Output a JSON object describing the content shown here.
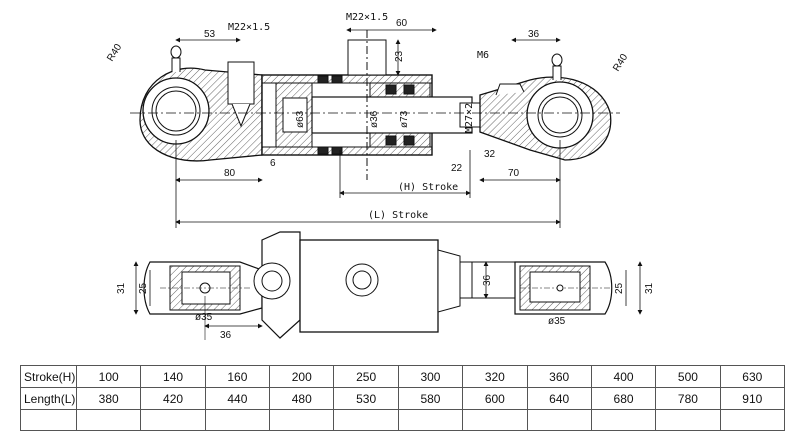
{
  "drawing": {
    "top_view": {
      "dims": {
        "d53": "53",
        "thread_port_left": "M22×1.5",
        "thread_port_top": "M22×1.5",
        "d60": "60",
        "d36_top": "36",
        "d23": "23",
        "m6": "M6",
        "r40_left": "R40",
        "r40_right": "R40",
        "phi63": "ø63",
        "phi36": "ø36",
        "phi73": "ø73",
        "rod_thread": "M27×2",
        "d32": "32",
        "d22": "22",
        "d80": "80",
        "d6": "6",
        "d70": "70",
        "h_stroke": "(H) Stroke",
        "l_stroke": "(L) Stroke"
      }
    },
    "bottom_view": {
      "dims": {
        "d31_left": "31",
        "d25_left": "25",
        "phi35_left": "ø35",
        "d36_bottom": "36",
        "d36_right": "36",
        "phi35_right": "ø35",
        "d25_right": "25",
        "d31_right": "31"
      }
    }
  },
  "table": {
    "stroke_label": "Stroke(H)",
    "length_label": "Length(L)",
    "stroke_values": [
      "100",
      "140",
      "160",
      "200",
      "250",
      "300",
      "320",
      "360",
      "400",
      "500",
      "630"
    ],
    "length_values": [
      "380",
      "420",
      "440",
      "480",
      "530",
      "580",
      "600",
      "640",
      "680",
      "780",
      "910"
    ]
  }
}
